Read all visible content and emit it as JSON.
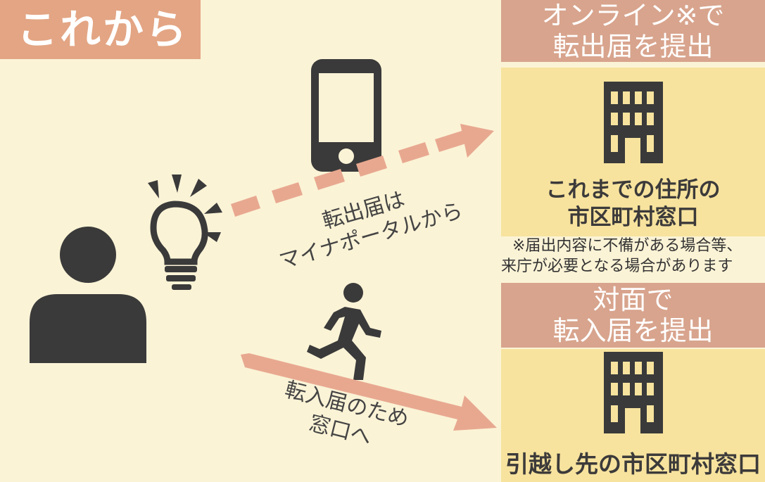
{
  "header": {
    "title": "これから"
  },
  "online": {
    "heading": "オンライン※で",
    "subheading": "転出届を提出",
    "place_line1": "これまでの住所の",
    "place_line2": "市区町村窓口",
    "note_line1": "※届出内容に不備がある場合等、",
    "note_line2": "来庁が必要となる場合があります"
  },
  "in_person": {
    "heading": "対面で",
    "subheading": "転入届を提出",
    "place": "引越し先の市区町村窓口"
  },
  "upper_arrow": {
    "line1": "転出届は",
    "line2": "マイナポータルから"
  },
  "lower_arrow": {
    "line1": "転入届のため",
    "line2": "窓口へ"
  },
  "icons": [
    "person-icon",
    "lightbulb-icon",
    "smartphone-icon",
    "running-person-icon",
    "building-icon"
  ],
  "colors": {
    "tag": "#e3a584",
    "panel_head": "#d8a48d",
    "panel": "#f7e39e",
    "arrow": "#e8a890",
    "icon": "#3a3a3a"
  }
}
